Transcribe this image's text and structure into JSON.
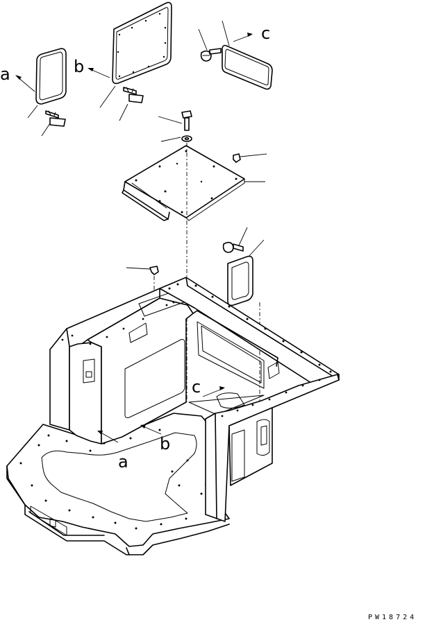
{
  "labels": {
    "a_top": "a",
    "b_top": "b",
    "c_top": "c",
    "c_frame": "c",
    "b_frame": "b",
    "a_frame": "a"
  },
  "drawing_code": "PW18724"
}
